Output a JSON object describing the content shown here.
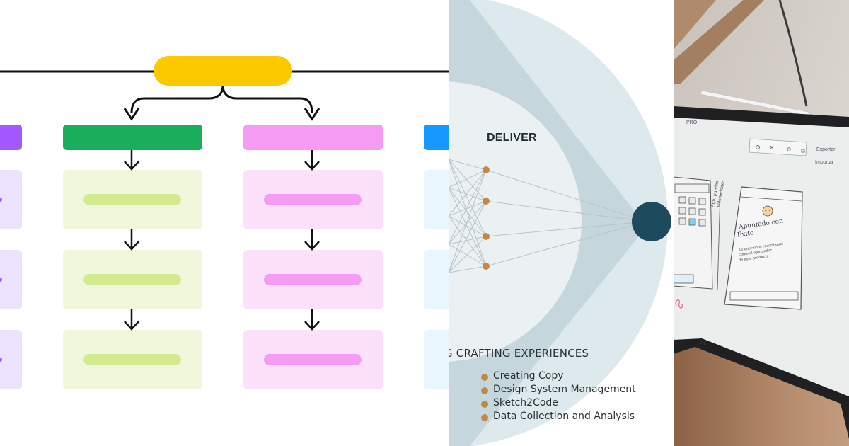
{
  "flowchart": {
    "colors": {
      "root": "#fcc800",
      "col_purple_header": "#a259ff",
      "col_purple_card": "#ece2fe",
      "col_green_header": "#1aad5c",
      "col_green_card": "#f1f7da",
      "col_green_bar": "#d4ea8e",
      "col_pink_header": "#f59bf4",
      "col_pink_card": "#fde1fa",
      "col_pink_bar": "#f59bf4",
      "col_blue_header": "#1598ff",
      "col_blue_card": "#eaf6fd",
      "line": "#111111"
    }
  },
  "funnel": {
    "stage_label": "DELIVER",
    "section_heading": "G CRAFTING EXPERIENCES",
    "items": [
      "Creating Copy",
      "Design System Management",
      "Sketch2Code",
      "Data Collection and Analysis"
    ],
    "colors": {
      "outer_band": "#dde9ec",
      "mid_band": "#c5d7dd",
      "inner_circle": "#ebf1f2",
      "node": "#c0894a",
      "endpoint": "#1e4a5e",
      "lines": "#b8c3c8"
    }
  },
  "photo": {
    "tablet_ui": {
      "top_left": "PRO",
      "export_label": "Exportar",
      "import_label": "Importar"
    },
    "handwriting": {
      "title_line1": "Apuntado con",
      "title_line2": "Éxito",
      "body_line1": "Te queremos recordando",
      "body_line2": "como el apuntador",
      "body_line3": "de este producto",
      "side_note_line1": "Aquí puedes",
      "side_note_line2": "valoraciones",
      "bottom_mark": "E1"
    },
    "colors": {
      "wall": "#d9d3cc",
      "table": "#a87d5c",
      "frame": "#202022",
      "screen": "#eceded"
    }
  }
}
